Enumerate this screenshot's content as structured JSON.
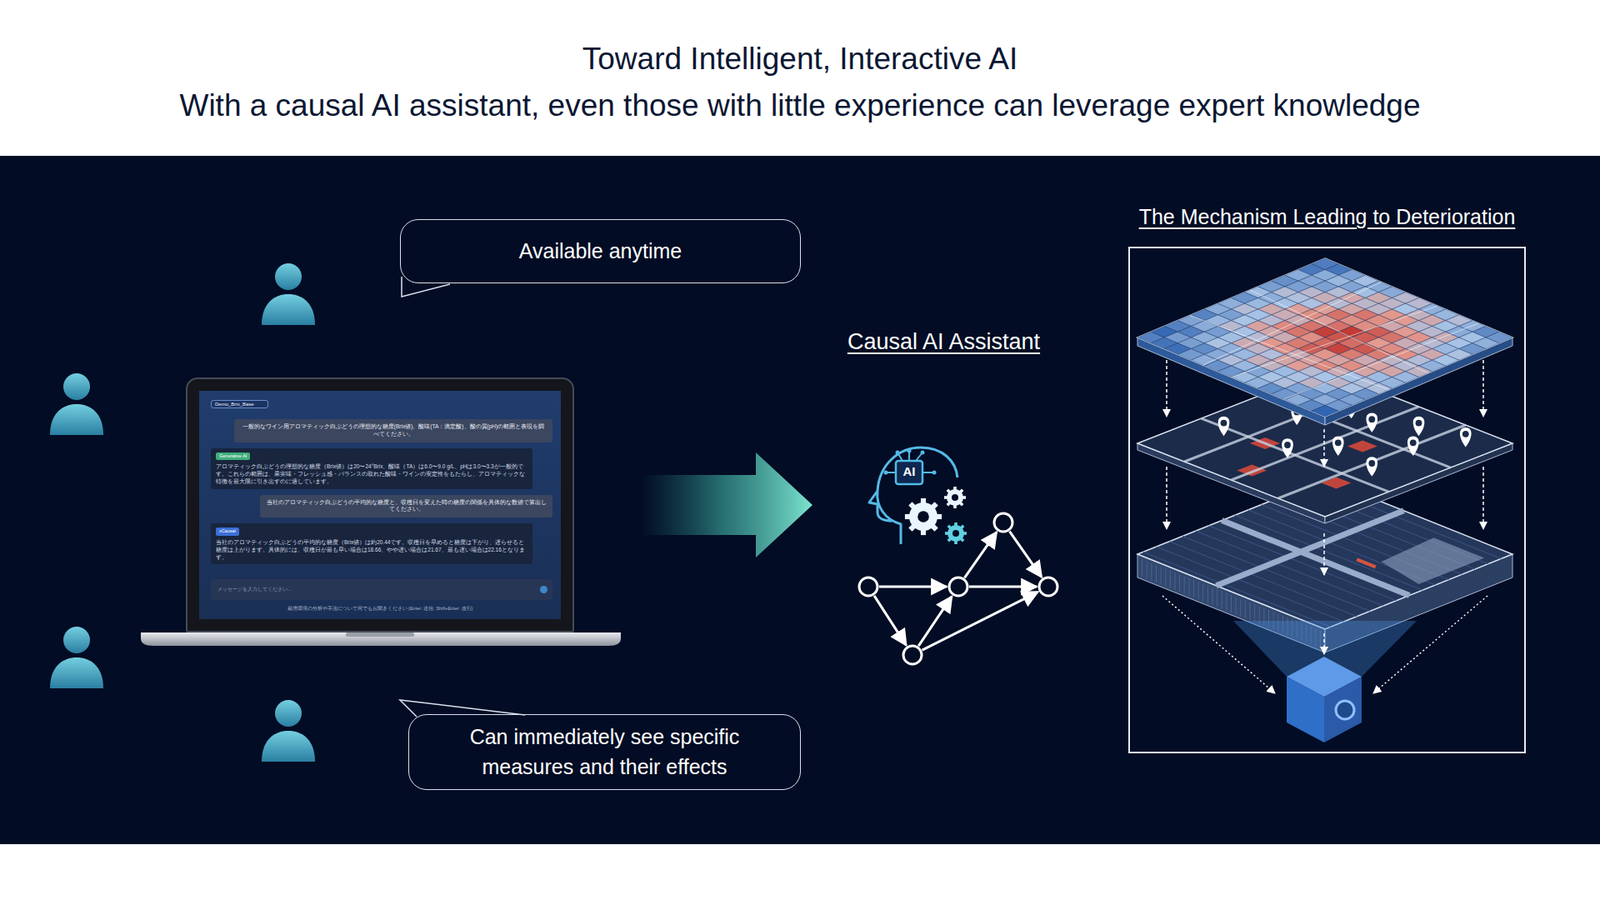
{
  "diagram": {
    "title": "Toward Intelligent, Interactive AI",
    "nodes": [
      {
        "text": [
          "Available anytime"
        ]
      },
      {
        "text": [
          "Demo_Brix_Base"
        ]
      },
      {
        "text": [
          "一般的なワイン用アロマティック白ぶどうの理想的な糖度(Brix値)、酸味(TA：滴定酸)、酸の質(pH)の範囲と表現を調べてください。"
        ],
        "in": 1
      },
      {
        "text": [
          "Generative AI",
          "アロマティック白ぶどうの理想的な糖度（Brix値）は20〜24°Brix、酸味（TA）は6.0〜9.0 g/L、pHは3.0〜3.3が一般的です。これらの範囲は、果実味・フレッシュ感・バランスの取れた酸味・ワインの安定性をもたらし、アロマティックな特徴を最大限に引き出すのに適しています。"
        ],
        "in": 1
      },
      {
        "text": [
          "当社のアロマティック白ぶどうの平均的な糖度と、収穫日を変えた時の糖度の関係を具体的な数値で算出してください。"
        ],
        "in": 1
      },
      {
        "text": [
          "xCausal",
          "当社のアロマティック白ぶどうの平均的な糖度（Brix値）は約20.44です。収穫日を早めると糖度は下がり、遅らせると糖度は上がります。具体的には、収穫日が最も早い場合は18.66、やや遅い場合は21.67、最も遅い場合は22.16となります。"
        ],
        "in": 1
      },
      {
        "text": [
          "メッセージを入力してください..."
        ],
        "in": 1
      },
      {
        "text": [
          "Can immediately see specific measures and their effects"
        ]
      },
      {
        "text": [
          "Causal AI Assistant"
        ]
      },
      {
        "text": [
          "The Mechanism Leading to Deterioration"
        ]
      }
    ],
    "edges": [
      {
        "from": 1,
        "to": 8,
        "arrow": "to"
      }
    ],
    "labels": [
      "With a causal AI assistant, even those with little experience can leverage expert knowledge",
      "栽培環境の分析や手法について何でもお聞きください (Enter: 送信, Shift+Enter: 改行)",
      "AI"
    ]
  }
}
